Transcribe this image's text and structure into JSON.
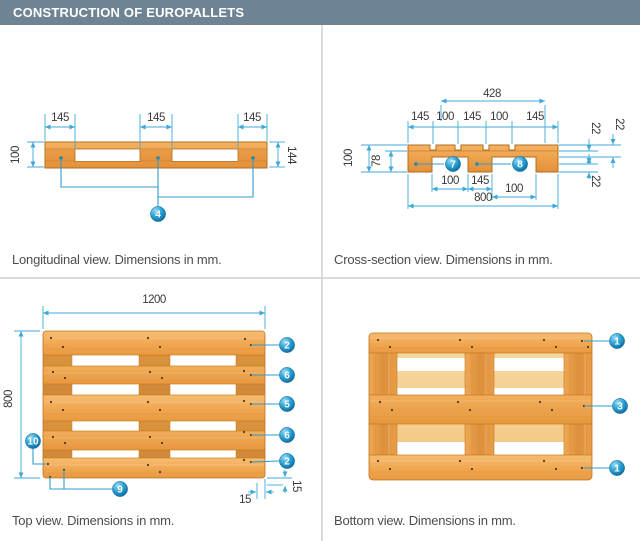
{
  "header": {
    "title": "CONSTRUCTION OF EUROPALLETS"
  },
  "colors": {
    "header_bg": "#6E8494",
    "dimension_line": "#3FA8D8",
    "leader_line": "#2F9DCB",
    "wood_light": "#F5B264",
    "wood_mid": "#EC9F48",
    "wood_dark": "#D8923E",
    "wood_outline": "#B26D1D",
    "marker_fill": "#1D93C4",
    "divider": "#DBDBD7",
    "dim_text": "#3A3A3A",
    "caption_text": "#4D4D4D"
  },
  "longitudinal": {
    "caption": "Longitudinal view. Dimensions in mm.",
    "top_dims": [
      "145",
      "145",
      "145"
    ],
    "left_dim": "100",
    "right_dim": "144",
    "marker": "4"
  },
  "cross_section": {
    "caption": "Cross-section view. Dimensions in mm.",
    "span_dim": "428",
    "top_dims": [
      "145",
      "100",
      "145",
      "100",
      "145"
    ],
    "left_outer_dim": "100",
    "left_inner_dim": "78",
    "right_dims": [
      "22",
      "22",
      "22"
    ],
    "bottom_dims": [
      "100",
      "145",
      "100"
    ],
    "width_dim": "800",
    "markers": [
      "7",
      "8"
    ]
  },
  "top_view": {
    "caption": "Top view. Dimensions in mm.",
    "width_dim": "1200",
    "height_dim": "800",
    "edge_dim_h": "15",
    "edge_dim_v": "15",
    "markers_right": [
      "2",
      "6",
      "5",
      "6",
      "2"
    ],
    "marker_left": "10",
    "marker_bottom": "9"
  },
  "bottom_view": {
    "caption": "Bottom view. Dimensions in mm.",
    "markers": [
      "1",
      "3",
      "1"
    ]
  }
}
